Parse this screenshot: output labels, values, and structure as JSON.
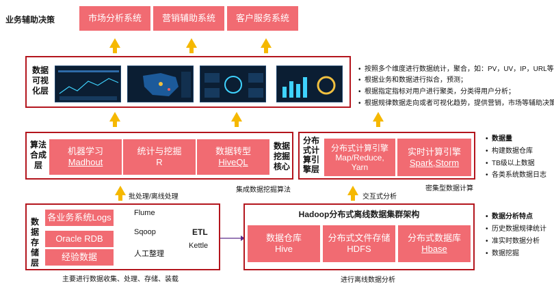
{
  "decision": {
    "label": "业务辅助决策",
    "systems": [
      "市场分析系统",
      "营销辅助系统",
      "客户服务系统"
    ]
  },
  "visual": {
    "label": [
      "数据",
      "可视",
      "化层"
    ],
    "bullets": [
      "按照多个维度进行数据统计，聚合，如：PV，UV，IP，URL等；",
      "根据业务和数据进行拟合，预测；",
      "根据指定指标对用户进行聚类，分类得用户分析；",
      "根据规律数据走向或者可视化趋势，提供营销，市场等辅助决策"
    ]
  },
  "algo": {
    "label": [
      "算法",
      "合成",
      "层"
    ],
    "boxes": [
      {
        "line1": "机器学习",
        "line2": "Madhout"
      },
      {
        "line1": "统计与挖掘",
        "line2": "R"
      },
      {
        "line1": "数据转型",
        "line2": "HiveQL"
      }
    ],
    "core": [
      "数据",
      "挖掘",
      "核心"
    ],
    "caption": "集成数据挖掘算法"
  },
  "compute": {
    "label": [
      "分布",
      "式计",
      "算引",
      "擎层"
    ],
    "boxes": [
      {
        "line1": "分布式计算引擎",
        "line2": "Map/Reduce,",
        "line3": "Yarn"
      },
      {
        "line1": "实时计算引擎",
        "line2": "Spark,Storm"
      }
    ],
    "caption": "密集型数据计算"
  },
  "volume": {
    "title": "数据量",
    "items": [
      "构建数据仓库",
      "TB级以上数据",
      "各类系统数据日志"
    ]
  },
  "arrow_labels": {
    "batch": "批处理/离线处理",
    "interactive": "交互式分析"
  },
  "storage": {
    "label": [
      "数据",
      "存储",
      "层"
    ],
    "sources": [
      "各业务系统Logs",
      "Oracle RDB",
      "经验数据"
    ],
    "tools": [
      "Flume",
      "Sqoop",
      "人工整理"
    ],
    "etl": "ETL",
    "kettle": "Kettle",
    "caption": "主要进行数据收集、处理、存储、装载"
  },
  "hadoop": {
    "title": "Hadoop分布式离线数据集群架构",
    "boxes": [
      {
        "line1": "数据仓库",
        "line2": "Hive"
      },
      {
        "line1": "分布式文件存储",
        "line2": "HDFS"
      },
      {
        "line1": "分布式数据库",
        "line2": "Hbase"
      }
    ],
    "caption": "进行离线数据分析"
  },
  "features": {
    "title": "数据分析特点",
    "items": [
      "历史数据规律统计",
      "准实时数据分析",
      "数据挖掘"
    ]
  },
  "colors": {
    "accent_red": "#f16b72",
    "frame_red": "#b3141c",
    "arrow_yellow": "#f5b800",
    "link_purple": "#5b2b8a"
  }
}
